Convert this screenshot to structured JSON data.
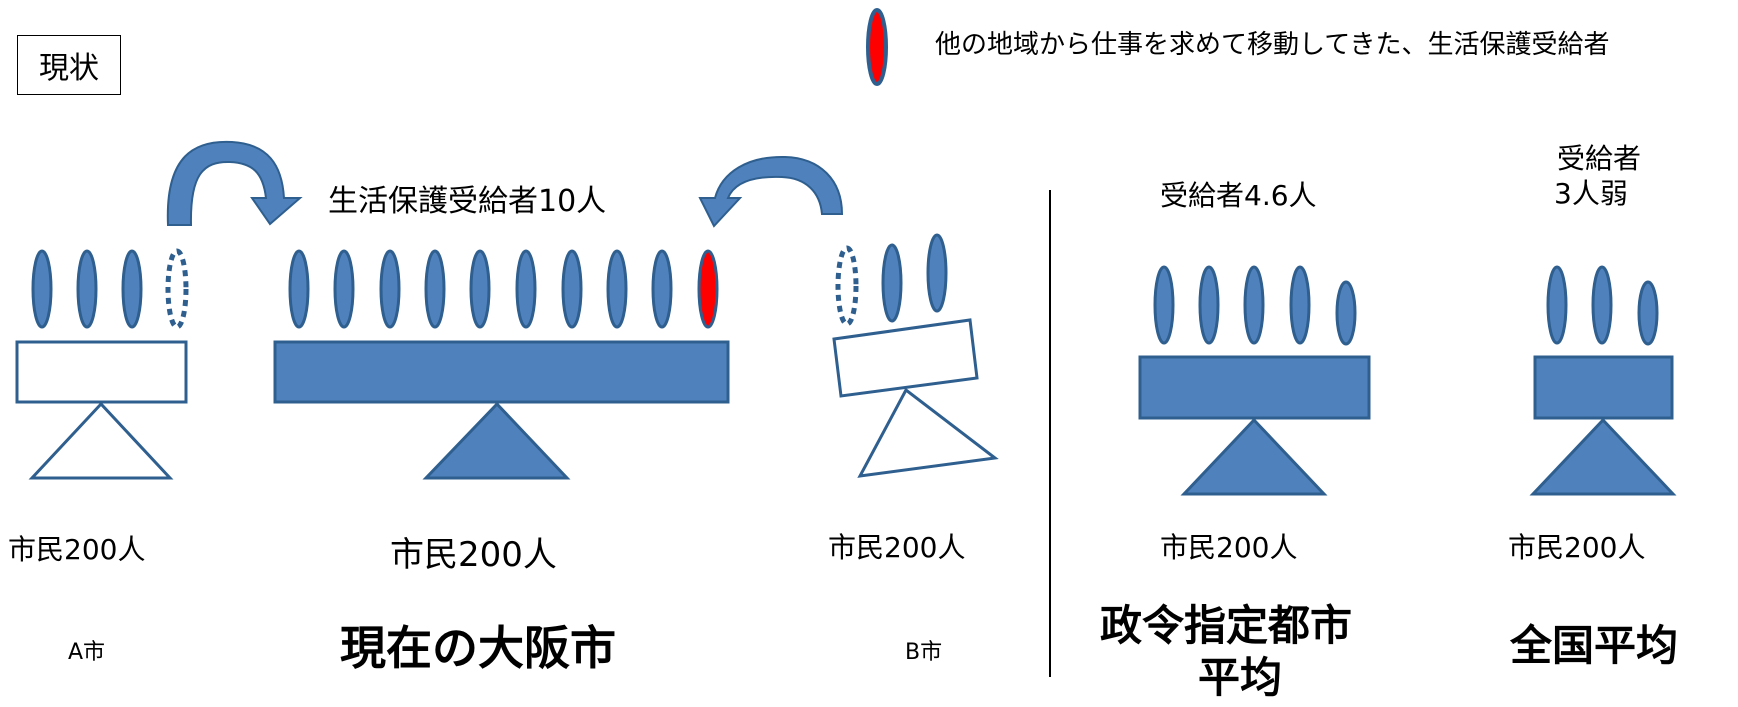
{
  "status_label": "現状",
  "legend": {
    "text": "他の地域から仕事を求めて移動してきた、生活保護受給者",
    "icon": "red-ellipse-icon",
    "color": "#ff0000"
  },
  "colors": {
    "fill": "#4f81bd",
    "stroke": "#2f5f8f",
    "migrant": "#ff0000",
    "empty": "#ffffff"
  },
  "osaka": {
    "recipients_label": "生活保護受給者10人",
    "recipients": 10,
    "migrants": 1,
    "population": "市民200人",
    "name": "現在の大阪市"
  },
  "city_a": {
    "name": "A市",
    "population": "市民200人",
    "recipients": 3,
    "moved_out": 1
  },
  "city_b": {
    "name": "B市",
    "population": "市民200人",
    "recipients": 2,
    "moved_out": 1
  },
  "designated": {
    "label": "受給者4.6人",
    "recipients": 4.6,
    "population": "市民200人",
    "name_line1": "政令指定都市",
    "name_line2": "平均"
  },
  "national": {
    "label_line1": "受給者",
    "label_line2": "3人弱",
    "recipients": 3,
    "population": "市民200人",
    "name": "全国平均"
  }
}
